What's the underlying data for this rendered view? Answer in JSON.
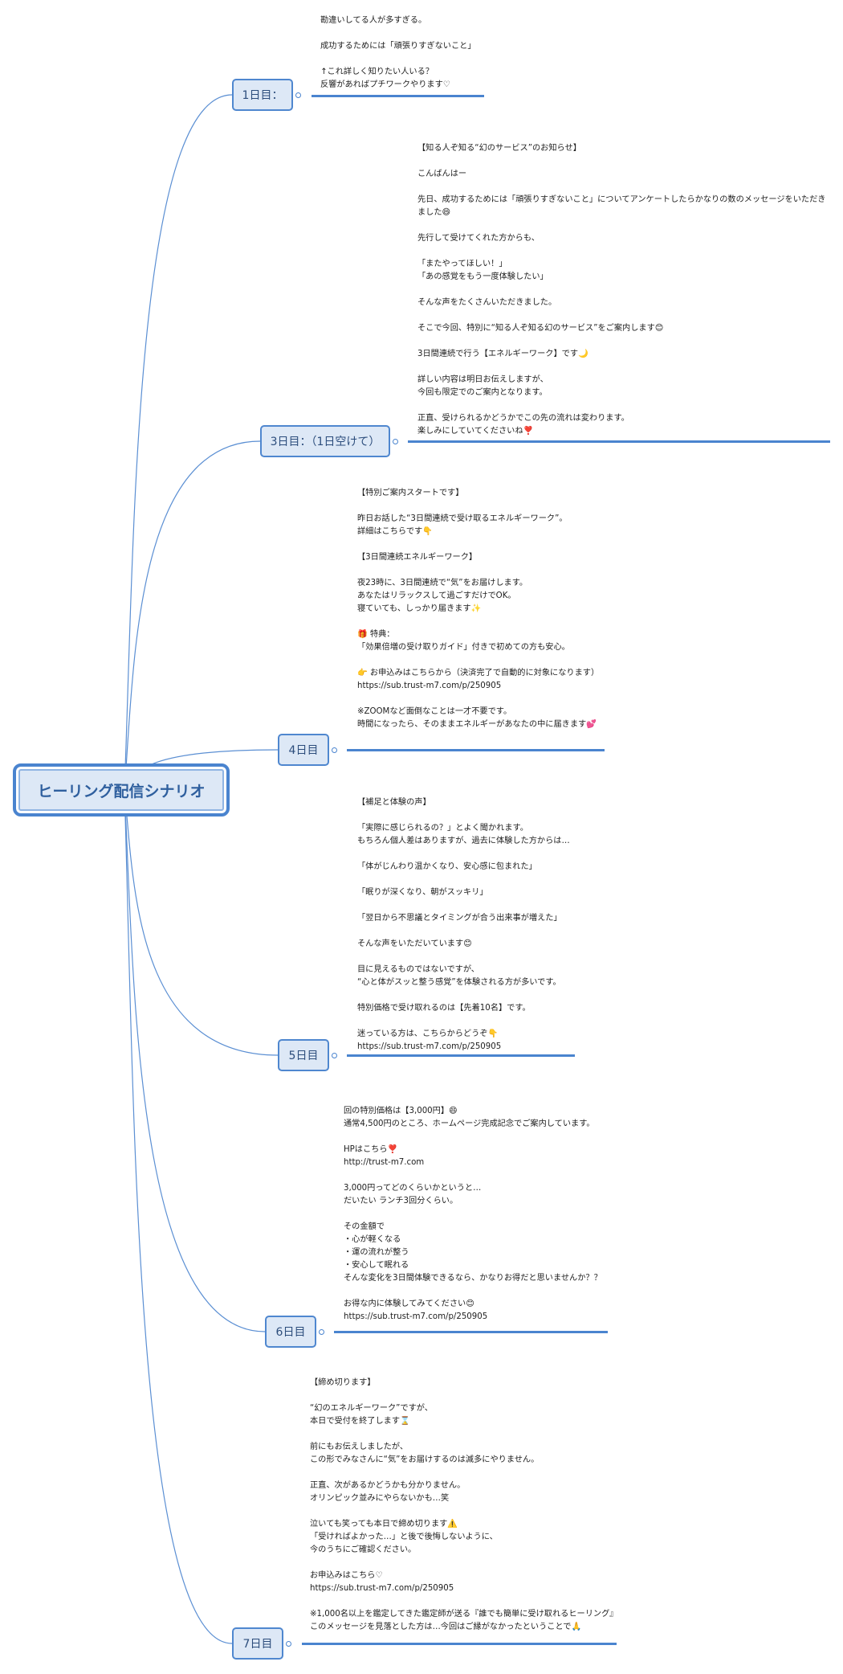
{
  "root": {
    "title": "ヒーリング配信シナリオ"
  },
  "days": [
    {
      "label": "1日目：",
      "lines": [
        "勘違いしてる人が多すぎる。",
        "",
        "成功するためには「頑張りすぎないこと」",
        "",
        "↑これ詳しく知りたい人いる？",
        "反響があればプチワークやります♡"
      ]
    },
    {
      "label": "3日目：（1日空けて）",
      "lines": [
        "【知る人ぞ知る“幻のサービス”のお知らせ】",
        "",
        "こんばんはー",
        "",
        "先日、成功するためには「頑張りすぎないこと」についてアンケートしたらかなりの数のメッセージをいただき",
        "ました😄",
        "",
        "先行して受けてくれた方からも、",
        "",
        "「またやってほしい！」",
        "「あの感覚をもう一度体験したい」",
        "",
        "そんな声をたくさんいただきました。",
        "",
        "そこで今回、特別に“知る人ぞ知る幻のサービス”をご案内します😊",
        "",
        "3日間連続で行う【エネルギーワーク】です🌙",
        "",
        "詳しい内容は明日お伝えしますが、",
        "今回も限定でのご案内となります。",
        "",
        "正直、受けられるかどうかでこの先の流れは変わります。",
        "楽しみにしていてくださいね❣️"
      ]
    },
    {
      "label": "4日目",
      "lines": [
        "【特別ご案内スタートです】",
        "",
        "昨日お話した“3日間連続で受け取るエネルギーワーク”。",
        "詳細はこちらです👇",
        "",
        "【3日間連続エネルギーワーク】",
        "",
        "夜23時に、3日間連続で“気”をお届けします。",
        "あなたはリラックスして過ごすだけでOK。",
        "寝ていても、しっかり届きます✨",
        "",
        "🎁 特典：",
        "「効果倍増の受け取りガイド」付きで初めての方も安心。",
        "",
        "👉 お申込みはこちらから（決済完了で自動的に対象になります）",
        "https://sub.trust-m7.com/p/250905",
        "",
        "※ZOOMなど面倒なことは一才不要です。",
        "時間になったら、そのままエネルギーがあなたの中に届きます💕"
      ]
    },
    {
      "label": "5日目",
      "lines": [
        "【補足と体験の声】",
        "",
        "「実際に感じられるの？」とよく聞かれます。",
        "もちろん個人差はありますが、過去に体験した方からは…",
        "",
        "「体がじんわり温かくなり、安心感に包まれた」",
        "",
        "「眠りが深くなり、朝がスッキリ」",
        "",
        "「翌日から不思議とタイミングが合う出来事が増えた」",
        "",
        "そんな声をいただいています😊",
        "",
        "目に見えるものではないですが、",
        "“心と体がスッと整う感覚”を体験される方が多いです。",
        "",
        "特別価格で受け取れるのは【先着10名】です。",
        "",
        "迷っている方は、こちらからどうぞ👇",
        "https://sub.trust-m7.com/p/250905"
      ]
    },
    {
      "label": "6日目",
      "lines": [
        "回の特別価格は【3,000円】😄",
        "通常4,500円のところ、ホームページ完成記念でご案内しています。",
        "",
        "HPはこちら❣️",
        "http://trust-m7.com",
        "",
        "3,000円ってどのくらいかというと…",
        "だいたい ランチ3回分くらい。",
        "",
        "その金額で",
        "・心が軽くなる",
        "・運の流れが整う",
        "・安心して眠れる",
        "そんな変化を3日間体験できるなら、かなりお得だと思いませんか？？",
        "",
        "お得な内に体験してみてください😊",
        "https://sub.trust-m7.com/p/250905"
      ]
    },
    {
      "label": "7日目",
      "lines": [
        "【締め切ります】",
        "",
        "“幻のエネルギーワーク”ですが、",
        "本日で受付を終了します⌛",
        "",
        "前にもお伝えしましたが、",
        "この形でみなさんに“気”をお届けするのは滅多にやりません。",
        "",
        "正直、次があるかどうかも分かりません。",
        "オリンピック並みにやらないかも…笑",
        "",
        "泣いても笑っても本日で締め切ります⚠️",
        "「受ければよかった…」と後で後悔しないように、",
        "今のうちにご確認ください。",
        "",
        "お申込みはこちら♡",
        "https://sub.trust-m7.com/p/250905",
        "",
        "※1,000名以上を鑑定してきた鑑定師が送る『誰でも簡単に受け取れるヒーリング』",
        "このメッセージを見落とした方は…今回はご縁がなかったということで🙏"
      ]
    }
  ]
}
